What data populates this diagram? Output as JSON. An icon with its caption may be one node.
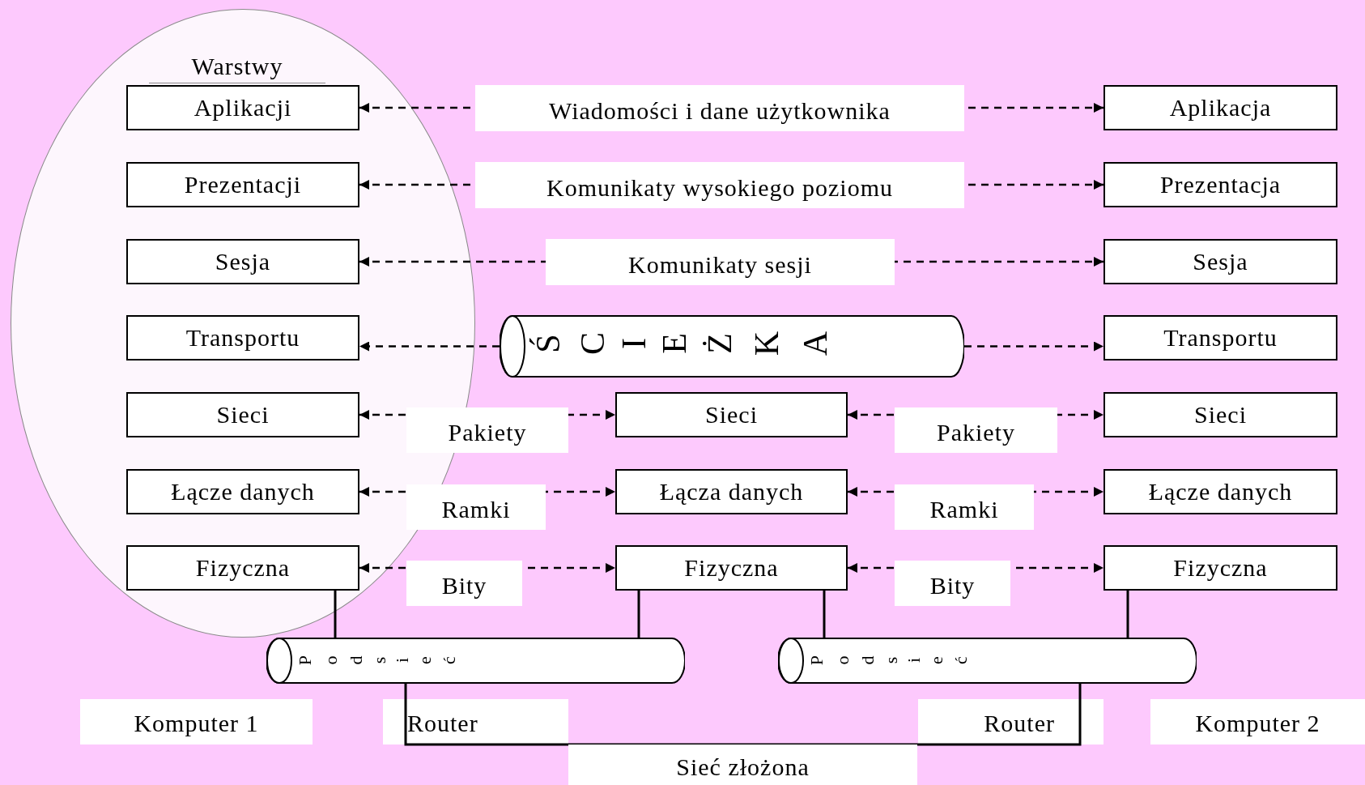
{
  "diagram": {
    "nodes": [
      {
        "text": [
          "Warstwy"
        ]
      },
      {
        "text": [
          "Aplikacji"
        ],
        "in": 0
      },
      {
        "text": [
          "Prezentacji"
        ],
        "in": 0
      },
      {
        "text": [
          "Sesja"
        ],
        "in": 0
      },
      {
        "text": [
          "Transportu"
        ],
        "in": 0
      },
      {
        "text": [
          "Sieci"
        ],
        "in": 0
      },
      {
        "text": [
          "Łącze danych"
        ],
        "in": 0
      },
      {
        "text": [
          "Fizyczna"
        ],
        "in": 0
      },
      {
        "text": [
          "Aplikacja"
        ]
      },
      {
        "text": [
          "Prezentacja"
        ]
      },
      {
        "text": [
          "Sesja"
        ]
      },
      {
        "text": [
          "Transportu"
        ]
      },
      {
        "text": [
          "Sieci"
        ]
      },
      {
        "text": [
          "Łącze danych"
        ]
      },
      {
        "text": [
          "Fizyczna"
        ]
      },
      {
        "text": [
          "ŚCIEŻKA"
        ]
      },
      {
        "text": [
          "Sieci"
        ]
      },
      {
        "text": [
          "Łącza danych"
        ]
      },
      {
        "text": [
          "Fizyczna"
        ]
      },
      {
        "text": [
          "Podsieć"
        ]
      },
      {
        "text": [
          "Podsieć"
        ]
      }
    ],
    "edges": [
      {
        "from": 1,
        "to": 8,
        "arrow": "both",
        "style": "dashed",
        "label": "Wiadomości i dane użytkownika"
      },
      {
        "from": 2,
        "to": 9,
        "arrow": "both",
        "style": "dashed",
        "label": "Komunikaty wysokiego poziomu"
      },
      {
        "from": 3,
        "to": 10,
        "arrow": "both",
        "style": "dashed",
        "label": "Komunikaty sesji"
      },
      {
        "from": 15,
        "to": 4,
        "arrow": "to",
        "style": "dashed"
      },
      {
        "from": 15,
        "to": 11,
        "arrow": "to",
        "style": "dashed"
      },
      {
        "from": 5,
        "to": 16,
        "arrow": "both",
        "style": "dashed",
        "label": "Pakiety"
      },
      {
        "from": 16,
        "to": 12,
        "arrow": "both",
        "style": "dashed",
        "label": "Pakiety"
      },
      {
        "from": 6,
        "to": 17,
        "arrow": "both",
        "style": "dashed",
        "label": "Ramki"
      },
      {
        "from": 17,
        "to": 13,
        "arrow": "both",
        "style": "dashed",
        "label": "Ramki"
      },
      {
        "from": 7,
        "to": 18,
        "arrow": "both",
        "style": "dashed",
        "label": "Bity"
      },
      {
        "from": 18,
        "to": 14,
        "arrow": "both",
        "style": "dashed",
        "label": "Bity"
      },
      {
        "from": 7,
        "to": 19,
        "arrow": "none"
      },
      {
        "from": 18,
        "to": 19,
        "arrow": "none"
      },
      {
        "from": 18,
        "to": 20,
        "arrow": "none"
      },
      {
        "from": 14,
        "to": 20,
        "arrow": "none"
      },
      {
        "from": 19,
        "to": 20,
        "arrow": "none",
        "label": "Sieć złożona"
      }
    ],
    "labels": [
      "Komputer 1",
      "Router",
      "Router",
      "Komputer 2"
    ]
  }
}
